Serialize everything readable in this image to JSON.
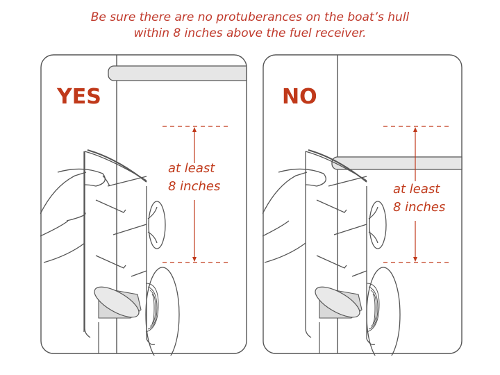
{
  "title": {
    "line1": "Be sure there are no protuberances on the boat’s hull",
    "line2": "within 8 inches above the fuel receiver."
  },
  "panels": [
    {
      "verdict": "YES",
      "measure_line1": "at least",
      "measure_line2": "8 inches",
      "protuberance_position": "above measured zone"
    },
    {
      "verdict": "NO",
      "measure_line1": "at least",
      "measure_line2": "8 inches",
      "protuberance_position": "inside measured zone"
    }
  ],
  "colors": {
    "accent": "#c0391a",
    "line": "#444444",
    "rail_fill": "#e6e6e6",
    "nozzle_fill": "#d9d9d9"
  }
}
